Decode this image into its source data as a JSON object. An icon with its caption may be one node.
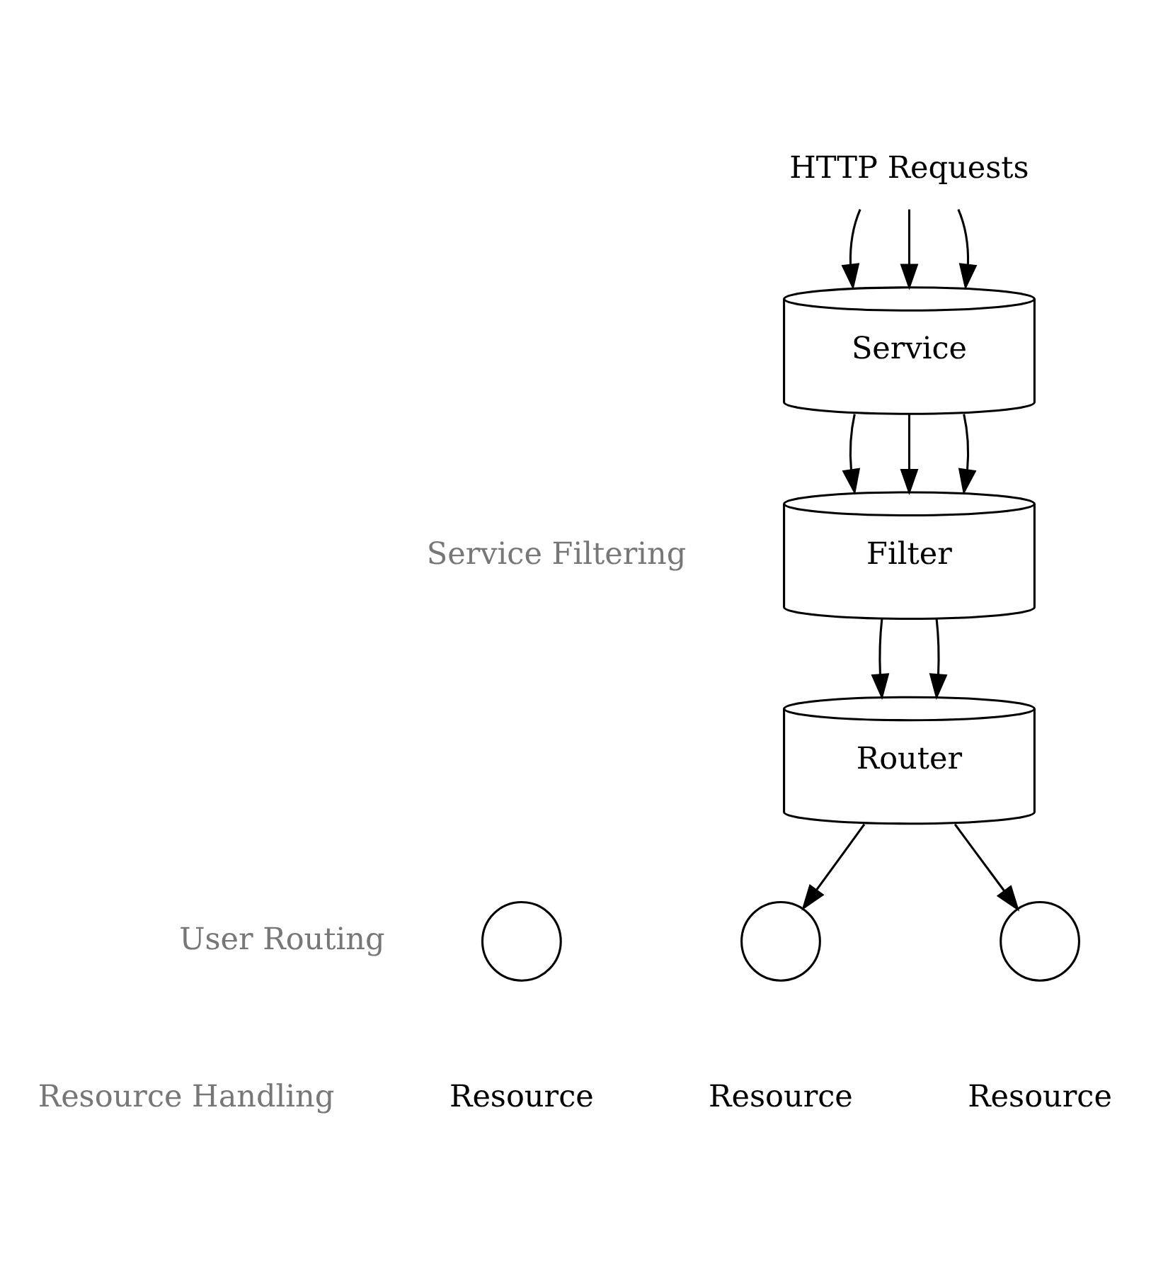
{
  "diagram": {
    "nodes": [
      {
        "text": [
          "HTTP Requests"
        ]
      },
      {
        "text": [
          "Service"
        ]
      },
      {
        "text": [
          "Filter"
        ]
      },
      {
        "text": [
          "Router"
        ]
      },
      {
        "text": [],
        "shape": "circle",
        "beside": [
          "Resource"
        ]
      },
      {
        "text": [],
        "shape": "circle",
        "beside": [
          "Resource"
        ]
      },
      {
        "text": [],
        "shape": "circle",
        "beside": [
          "Resource"
        ]
      }
    ],
    "edges": [
      {
        "from": 0,
        "to": 1,
        "arrow": "to"
      },
      {
        "from": 0,
        "to": 1,
        "arrow": "to"
      },
      {
        "from": 0,
        "to": 1,
        "arrow": "to"
      },
      {
        "from": 1,
        "to": 2,
        "arrow": "to"
      },
      {
        "from": 1,
        "to": 2,
        "arrow": "to"
      },
      {
        "from": 1,
        "to": 2,
        "arrow": "to"
      },
      {
        "from": 2,
        "to": 3,
        "arrow": "to"
      },
      {
        "from": 2,
        "to": 3,
        "arrow": "to"
      },
      {
        "from": 3,
        "to": 5,
        "arrow": "to"
      },
      {
        "from": 3,
        "to": 6,
        "arrow": "to"
      }
    ],
    "labels": [
      "Service Filtering",
      "User Routing",
      "Resource Handling"
    ]
  }
}
